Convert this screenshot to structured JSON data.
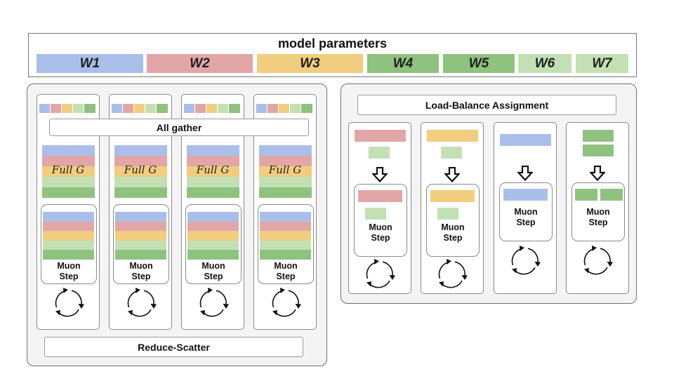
{
  "title": "model parameters",
  "weights": [
    "W1",
    "W2",
    "W3",
    "W4",
    "W5",
    "W6",
    "W7"
  ],
  "colors": {
    "W1": "#a9bfea",
    "W2": "#e3a6a6",
    "W3": "#f1cd7f",
    "W4": "#8fc27f",
    "W5": "#8fc27f",
    "W6": "#c3e0b4",
    "W7": "#c3e0b4"
  },
  "left_panel": {
    "all_gather_label": "All gather",
    "full_g_label": "Full G",
    "muon_label_line1": "Muon",
    "muon_label_line2": "Step",
    "reduce_scatter_label": "Reduce-Scatter"
  },
  "right_panel": {
    "assignment_label": "Load-Balance Assignment",
    "muon_label_line1": "Muon",
    "muon_label_line2": "Step"
  }
}
